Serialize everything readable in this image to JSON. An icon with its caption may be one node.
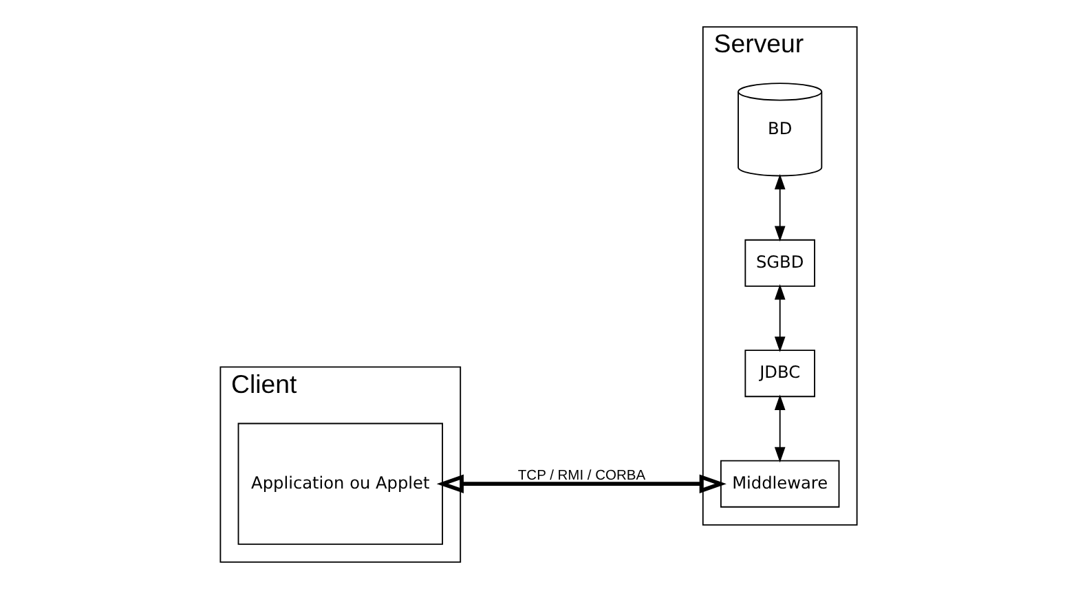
{
  "diagram": {
    "nodes": [
      {
        "text": [
          "Client"
        ]
      },
      {
        "text": [
          "Application ou Applet"
        ],
        "in": 0
      },
      {
        "text": [
          "Serveur"
        ]
      },
      {
        "text": [
          "Middleware"
        ],
        "in": 2
      },
      {
        "text": [
          "JDBC"
        ],
        "in": 2
      },
      {
        "text": [
          "SGBD"
        ],
        "in": 2
      },
      {
        "text": [
          "BD"
        ],
        "in": 2
      }
    ],
    "edges": [
      {
        "from": 1,
        "to": 3,
        "arrow": "both",
        "label": "TCP / RMI / CORBA",
        "style": "thick"
      },
      {
        "from": 3,
        "to": 4,
        "arrow": "both"
      },
      {
        "from": 4,
        "to": 5,
        "arrow": "both"
      },
      {
        "from": 5,
        "to": 6,
        "arrow": "both"
      }
    ]
  }
}
